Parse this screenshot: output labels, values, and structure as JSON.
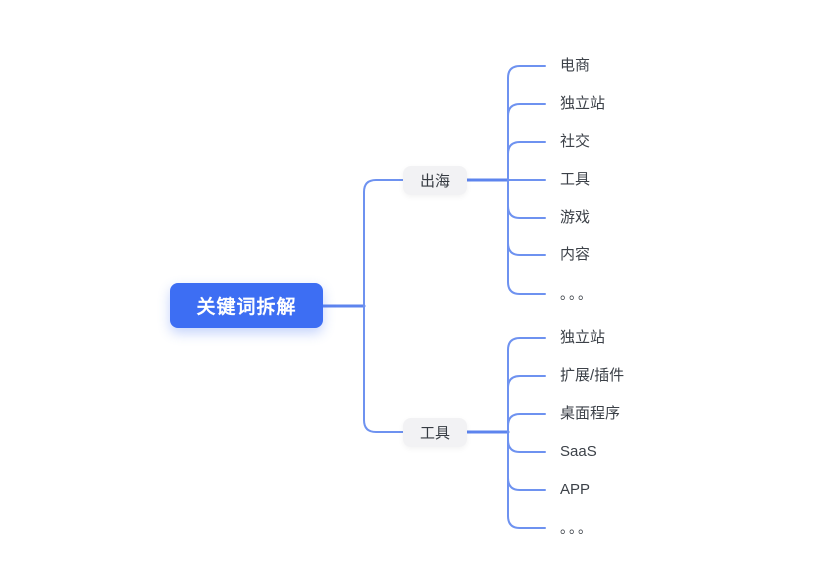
{
  "root": {
    "label": "关键词拆解"
  },
  "branches": [
    {
      "label": "出海",
      "children": [
        "电商",
        "独立站",
        "社交",
        "工具",
        "游戏",
        "内容",
        "。。。"
      ]
    },
    {
      "label": "工具",
      "children": [
        "独立站",
        "扩展/插件",
        "桌面程序",
        "SaaS",
        "APP",
        "。。。"
      ]
    }
  ],
  "colors": {
    "root_bg": "#3D6EF3",
    "root_text": "#FFFFFF",
    "branch_bg": "#F2F2F4",
    "branch_text": "#363B42",
    "leaf_text": "#3C4148",
    "connector": "#6E92F0",
    "connector_strong": "#5D84EE"
  }
}
